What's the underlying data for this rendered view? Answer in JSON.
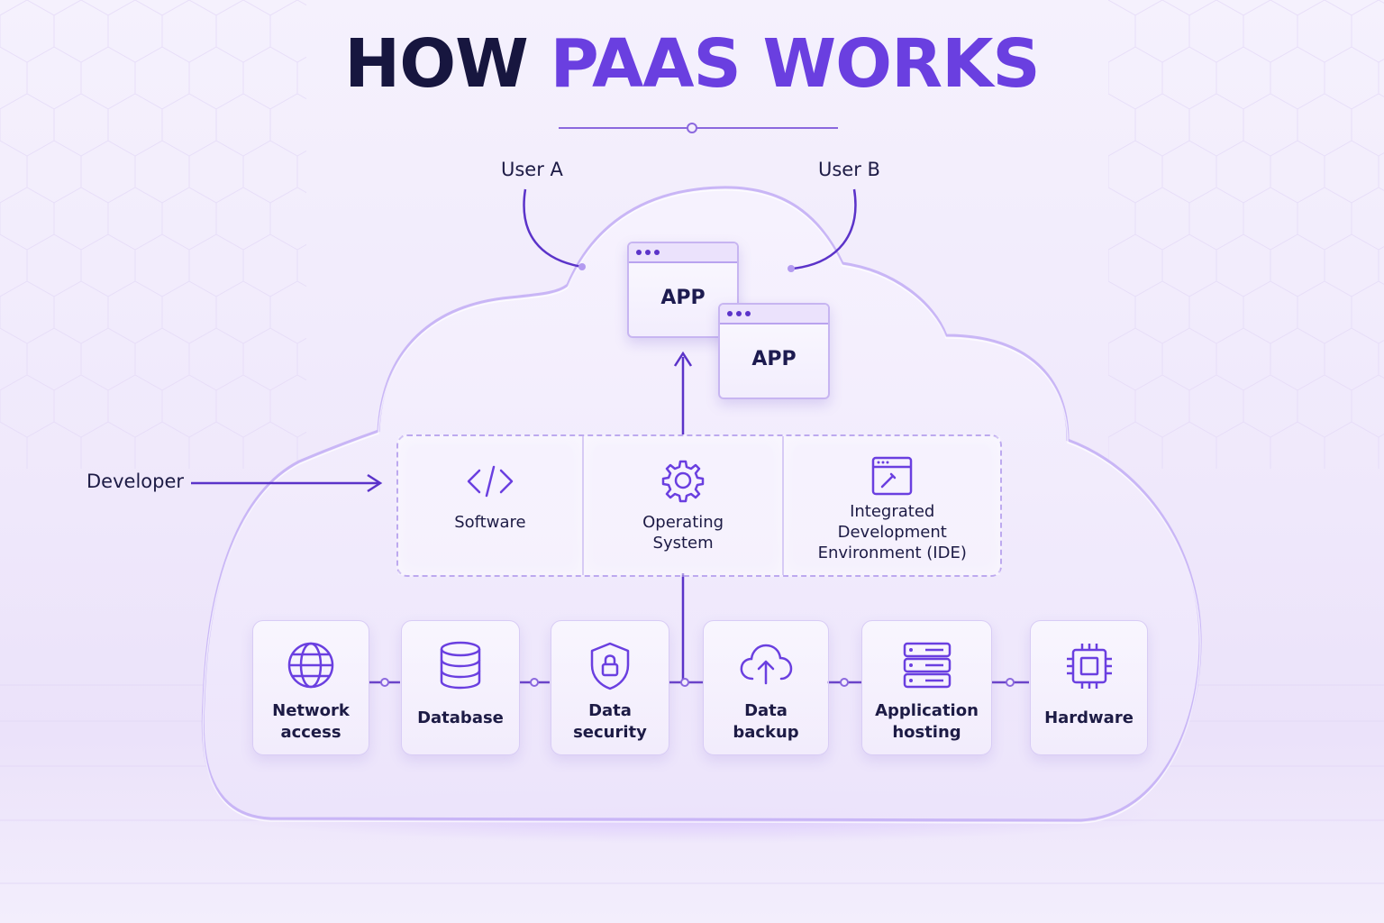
{
  "title": {
    "part1": "HOW",
    "part2": "PAAS WORKS"
  },
  "users": {
    "a": "User A",
    "b": "User B"
  },
  "developer": "Developer",
  "apps": [
    {
      "label": "APP"
    },
    {
      "label": "APP"
    }
  ],
  "platform": [
    {
      "label": "Software",
      "icon": "code-icon"
    },
    {
      "label": "Operating\nSystem",
      "icon": "gear-icon"
    },
    {
      "label": "Integrated\nDevelopment\nEnvironment (IDE)",
      "icon": "ide-icon"
    }
  ],
  "infrastructure": [
    {
      "label": "Network\naccess",
      "icon": "globe-icon"
    },
    {
      "label": "Database",
      "icon": "database-icon"
    },
    {
      "label": "Data\nsecurity",
      "icon": "shield-lock-icon"
    },
    {
      "label": "Data\nbackup",
      "icon": "cloud-upload-icon"
    },
    {
      "label": "Application\nhosting",
      "icon": "server-icon"
    },
    {
      "label": "Hardware",
      "icon": "chip-icon"
    }
  ],
  "colors": {
    "accent": "#6a3fe0",
    "dark": "#17163f",
    "line": "#6b44c9"
  }
}
